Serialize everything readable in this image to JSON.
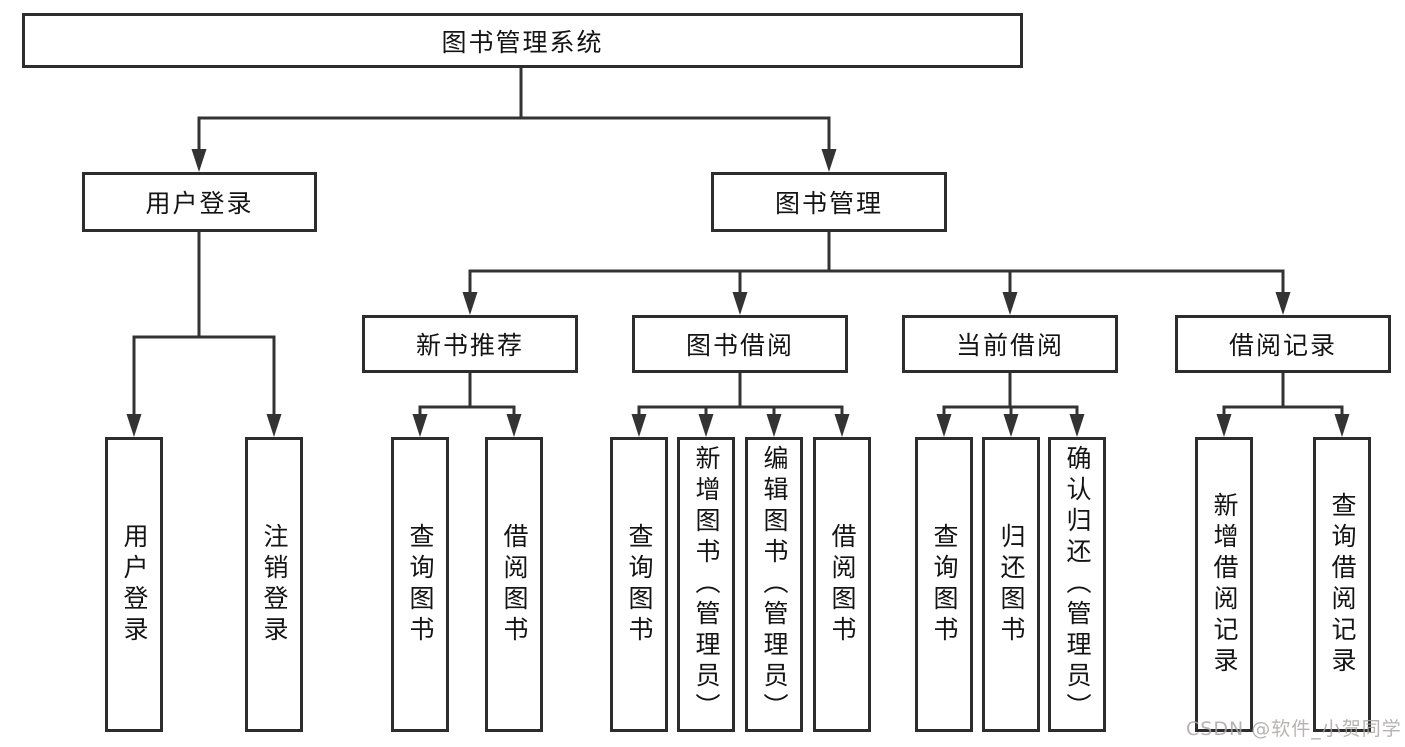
{
  "diagram": {
    "root": {
      "label": "图书管理系统",
      "children": [
        {
          "label": "用户登录",
          "children": [
            {
              "label": "用户登录"
            },
            {
              "label": "注销登录"
            }
          ]
        },
        {
          "label": "图书管理",
          "children": [
            {
              "label": "新书推荐",
              "children": [
                {
                  "label": "查询图书"
                },
                {
                  "label": "借阅图书"
                }
              ]
            },
            {
              "label": "图书借阅",
              "children": [
                {
                  "label": "查询图书"
                },
                {
                  "label": "新增图书（管理员）"
                },
                {
                  "label": "编辑图书（管理员）"
                },
                {
                  "label": "借阅图书"
                }
              ]
            },
            {
              "label": "当前借阅",
              "children": [
                {
                  "label": "查询图书"
                },
                {
                  "label": "归还图书"
                },
                {
                  "label": "确认归还（管理员）"
                }
              ]
            },
            {
              "label": "借阅记录",
              "children": [
                {
                  "label": "新增借阅记录"
                },
                {
                  "label": "查询借阅记录"
                }
              ]
            }
          ]
        }
      ]
    }
  },
  "watermark": {
    "text": "CSDN @软件_小贺同学"
  },
  "colors": {
    "line": "#333333",
    "box_border": "#2d2d2d",
    "text": "#141414",
    "watermark": "#aca5a5",
    "background": "#ffffff"
  }
}
